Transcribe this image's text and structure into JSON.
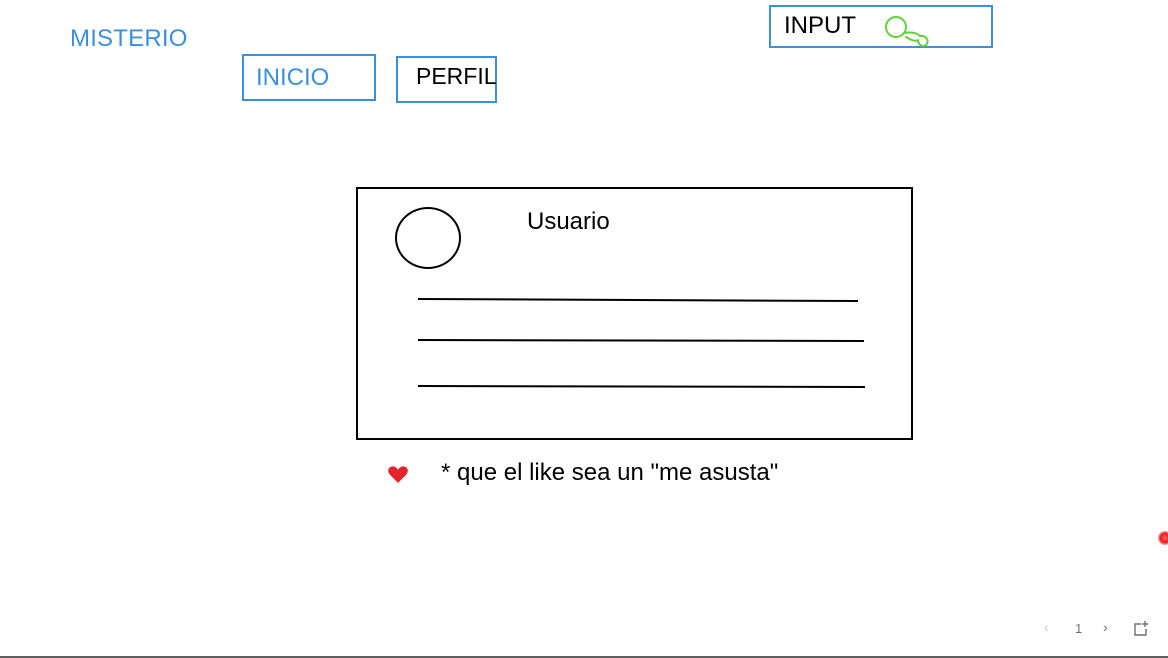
{
  "header": {
    "brand": "MISTERIO",
    "nav": {
      "inicio_label": "INICIO",
      "perfil_label": "PERFIL"
    },
    "search": {
      "label": "INPUT",
      "icon": "search-icon"
    }
  },
  "post_card": {
    "username": "Usuario",
    "avatar_icon": "avatar-circle",
    "content_lines_count": 3
  },
  "like": {
    "icon": "heart-icon",
    "note": "* que el like sea un \"me asusta\""
  },
  "pagination": {
    "prev_icon": "chevron-left-icon",
    "page": "1",
    "next_icon": "chevron-right-icon",
    "expand_icon": "expand-icon"
  },
  "colors": {
    "accent": "#3b8fdd",
    "search_icon": "#5fcf3a",
    "heart": "#e5232b",
    "laser": "#e41b1b"
  }
}
